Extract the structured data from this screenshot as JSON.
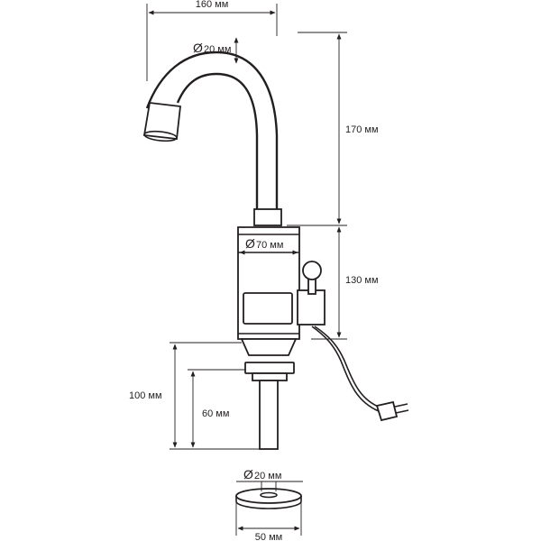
{
  "labels": {
    "total_width": "160 мм",
    "spout_diameter": "20 мм",
    "spout_height": "170 мм",
    "body_diameter": "70 мм",
    "body_height": "130 мм",
    "thread_length": "100 мм",
    "stem_length": "60 мм",
    "stem_diameter": "20 мм",
    "washer_diameter": "50 мм"
  },
  "diameter_symbol": "Ø",
  "colors": {
    "line": "#231f20",
    "background": "#ffffff"
  }
}
